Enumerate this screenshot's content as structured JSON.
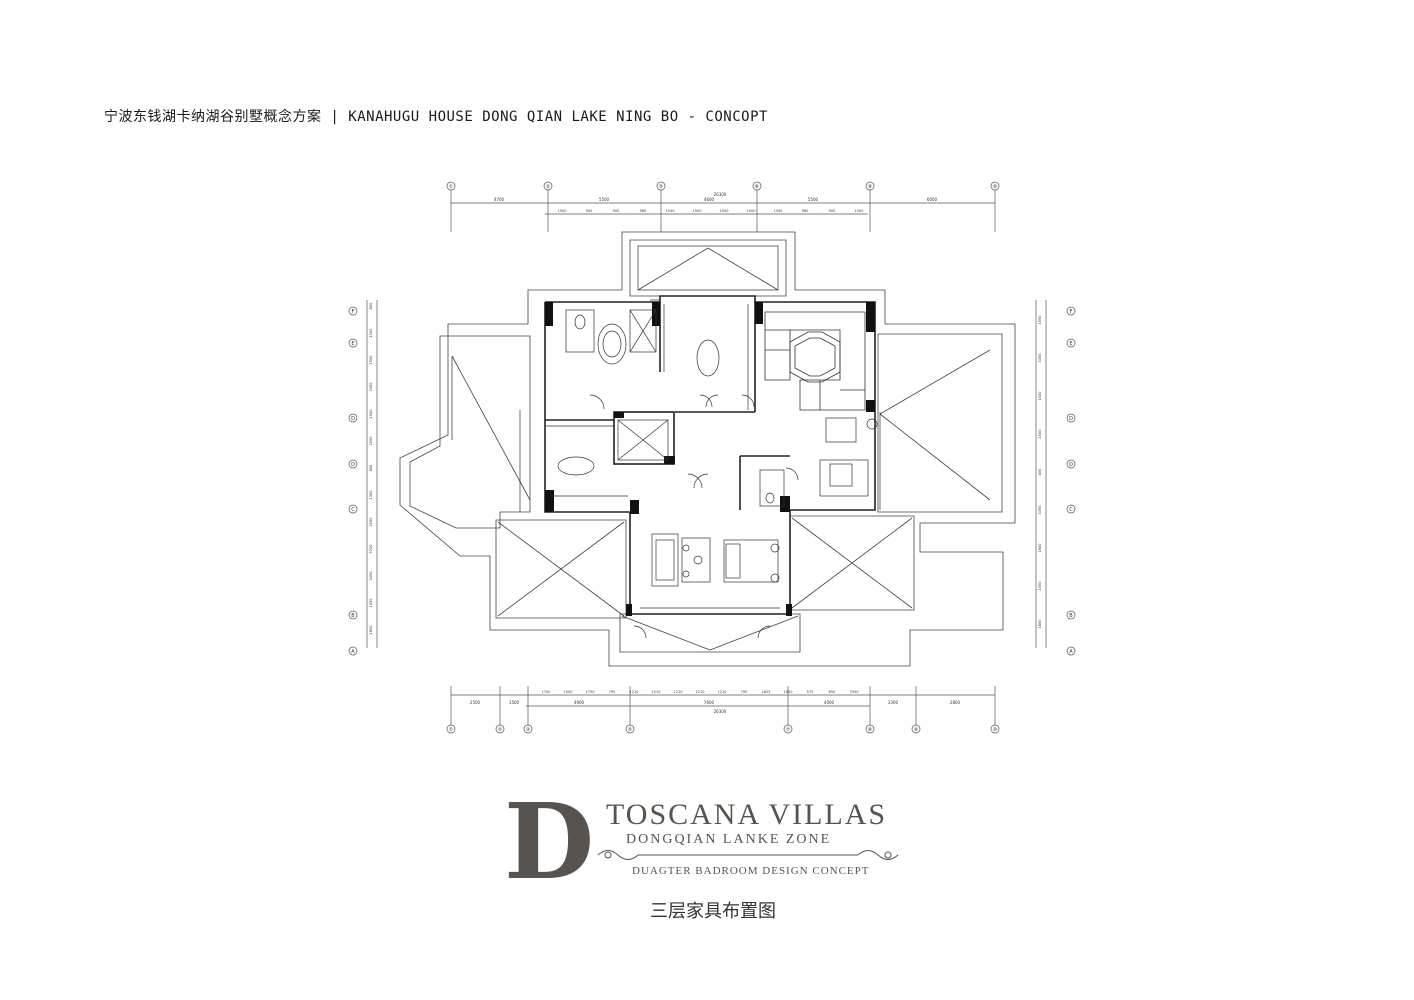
{
  "header": {
    "title": "宁波东钱湖卡纳湖谷别墅概念方案 | KANAHUGU HOUSE DONG QIAN LAKE NING BO - CONCOPT"
  },
  "plan": {
    "top_axes": [
      "①",
      "③",
      "⑤",
      "⑥",
      "⑧",
      "⑩"
    ],
    "bottom_axes": [
      "①",
      "②",
      "③",
      "⑤",
      "⑦",
      "⑧",
      "⑨",
      "⑩"
    ],
    "side_axes": [
      "F",
      "E",
      "D",
      "D",
      "C",
      "B",
      "A"
    ],
    "top_dims_row1": [
      "4700",
      "5500",
      "4600",
      "5500",
      "6000"
    ],
    "top_total": "26300",
    "top_dims_row2": [
      "1500",
      "900",
      "900",
      "960",
      "1540",
      "1500",
      "1500",
      "1500",
      "1540",
      "960",
      "900",
      "1500"
    ],
    "bottom_dims_row1": [
      "1700",
      "1500",
      "1700",
      "790",
      "1210",
      "1210",
      "1210",
      "1210",
      "1210",
      "790",
      "1625",
      "1500",
      "575",
      "850",
      "3350"
    ],
    "bottom_dims_row2": [
      "2500",
      "1500",
      "4900",
      "7600",
      "4000",
      "3300",
      "2800"
    ],
    "bottom_total": "26300",
    "left_dims": [
      "800",
      "1500",
      "1500",
      "3300",
      "1500",
      "2500",
      "800",
      "1300",
      "2500",
      "5700",
      "3450",
      "1050",
      "1800"
    ],
    "right_dims": [
      "1050",
      "3300",
      "1500",
      "1500",
      "800",
      "3350",
      "1900",
      "1050",
      "1800"
    ]
  },
  "brand": {
    "monogram": "D",
    "title": "TOSCANA VILLAS",
    "subtitle": "DONGQIAN LANKE ZONE",
    "concept": "DUAGTER BADROOM DESIGN CONCEPT"
  },
  "caption": "三层家具布置图",
  "colors": {
    "ink": "#1a1a1a",
    "line": "#555555",
    "brand": "#5a524c"
  }
}
